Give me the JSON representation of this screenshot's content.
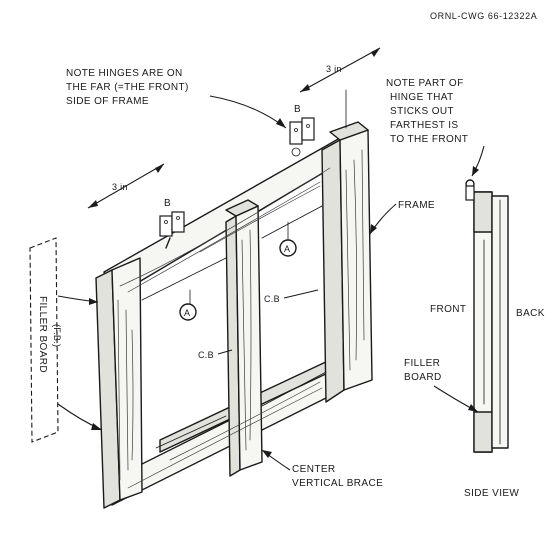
{
  "drawing_number": "ORNL-CWG 66-12322A",
  "labels": {
    "hinges_note": [
      "NOTE HINGES ARE ON",
      "THE FAR (=THE FRONT)",
      "SIDE OF FRAME"
    ],
    "dim_top": "3 in",
    "dim_left": "3 in",
    "hinge_callout_1": "B",
    "hinge_callout_2": "B",
    "circle_a_1": "A",
    "circle_a_2": "A",
    "cb_1": "C.B",
    "cb_2": "C.B",
    "frame": "FRAME",
    "center_brace": [
      "CENTER",
      "VERTICAL BRACE"
    ],
    "filler_board_side": [
      "FILLER BOARD",
      "(F.B.)"
    ],
    "hinge_part_note": [
      "NOTE PART OF",
      "HINGE THAT",
      "STICKS OUT",
      "FARTHEST IS",
      "TO THE FRONT"
    ],
    "front": "FRONT",
    "back": "BACK",
    "filler_board_label": [
      "FILLER",
      "BOARD"
    ],
    "side_view": "SIDE VIEW"
  }
}
